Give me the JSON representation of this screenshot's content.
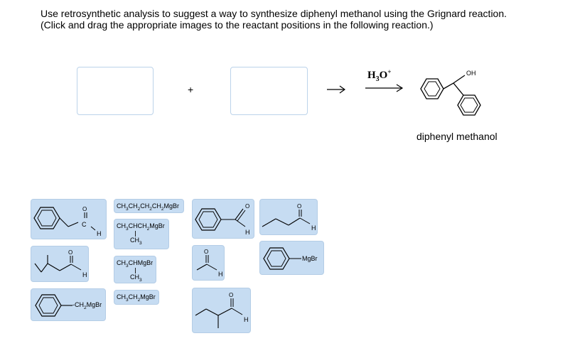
{
  "instructions": {
    "line1": "Use retrosynthetic analysis to suggest a way to synthesize diphenyl methanol using the Grignard reaction.",
    "line2": "(Click and drag the appropriate images to the reactant positions in the following reaction.)"
  },
  "reaction": {
    "plus": "+",
    "reagent": {
      "h": "H",
      "h_sub": "3",
      "o": "O",
      "charge": "+"
    },
    "product_oh": "OH",
    "product_name": "diphenyl methanol"
  },
  "tiles": {
    "phenylacetaldehyde": {
      "o": "O",
      "c": "C",
      "h": "H"
    },
    "butyl_mgbr": {
      "formula": [
        "CH",
        "3",
        "CH",
        "2",
        "CH",
        "2",
        "CH",
        "2",
        "MgBr"
      ]
    },
    "benzaldehyde": {
      "o": "O",
      "h": "H"
    },
    "propanal": {
      "o": "O",
      "h": "H"
    },
    "isobutyl_mgbr": {
      "top": [
        "CH",
        "3",
        "CHCH",
        "2",
        "MgBr"
      ],
      "bottom": [
        "CH",
        "3"
      ]
    },
    "phenyl_mgbr": {
      "label": "MgBr"
    },
    "isovaleraldehyde": {
      "o": "O",
      "h": "H"
    },
    "isopropyl_mgbr": {
      "top": [
        "CH",
        "3",
        "CHMgBr"
      ],
      "bottom": [
        "CH",
        "3"
      ]
    },
    "acetaldehyde": {
      "o": "O",
      "h": "H"
    },
    "benzyl_mgbr": {
      "label": "CH2MgBr",
      "parts": [
        "CH",
        "2",
        "MgBr"
      ]
    },
    "ethyl_mgbr": {
      "formula": [
        "CH",
        "3",
        "CH",
        "2",
        "MgBr"
      ]
    },
    "methylbutanal": {
      "o": "O",
      "h": "H"
    }
  }
}
